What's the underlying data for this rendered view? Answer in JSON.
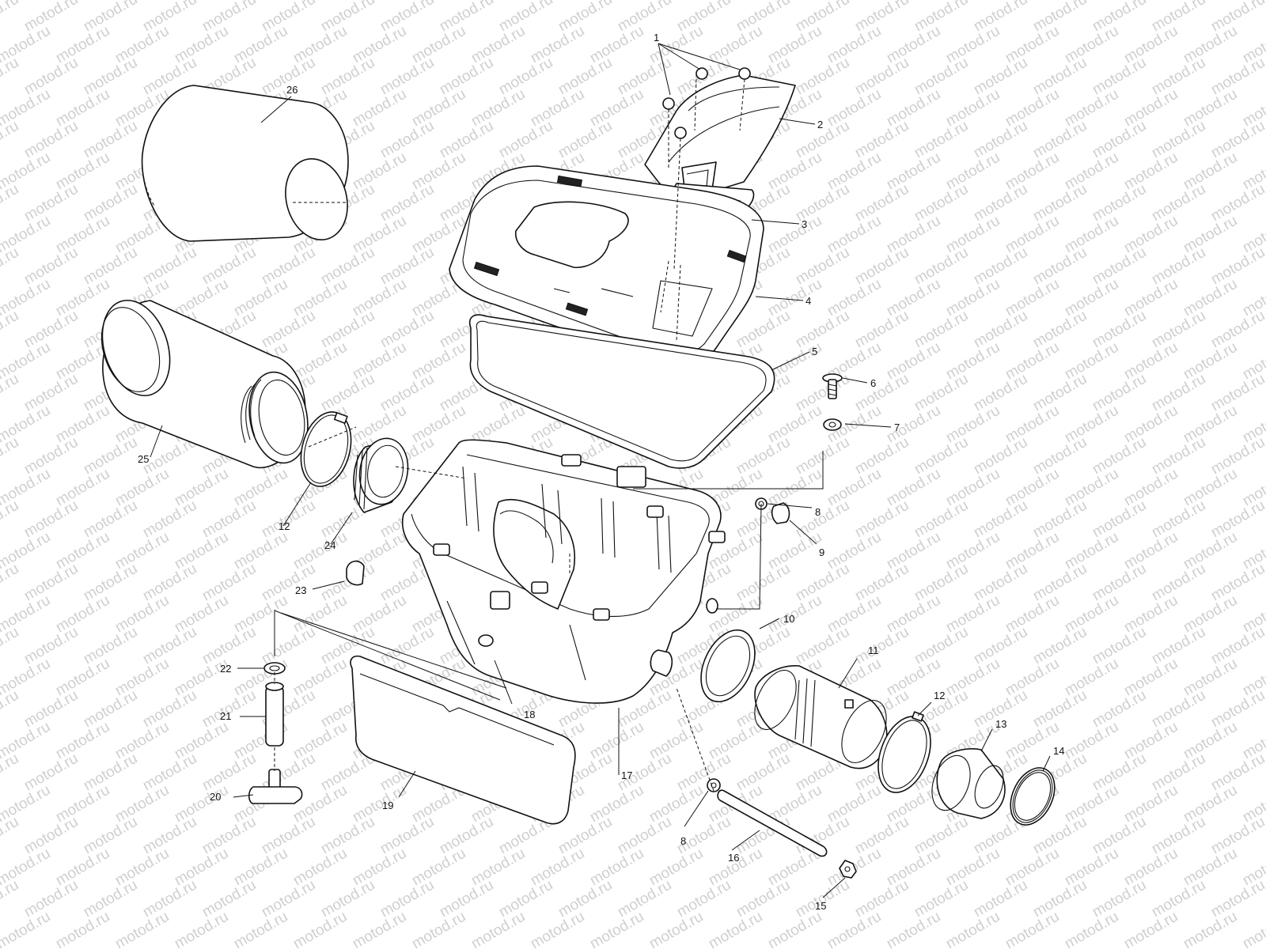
{
  "watermark": {
    "text": "motod.ru",
    "color": "#cfcfcf"
  },
  "diagram": {
    "line_color": "#111111",
    "background": "#ffffff",
    "callouts": [
      "1",
      "2",
      "3",
      "4",
      "5",
      "6",
      "7",
      "8",
      "9",
      "10",
      "11",
      "12",
      "12",
      "13",
      "14",
      "15",
      "16",
      "17",
      "18",
      "19",
      "20",
      "21",
      "22",
      "23",
      "24",
      "25",
      "26",
      "8"
    ]
  }
}
